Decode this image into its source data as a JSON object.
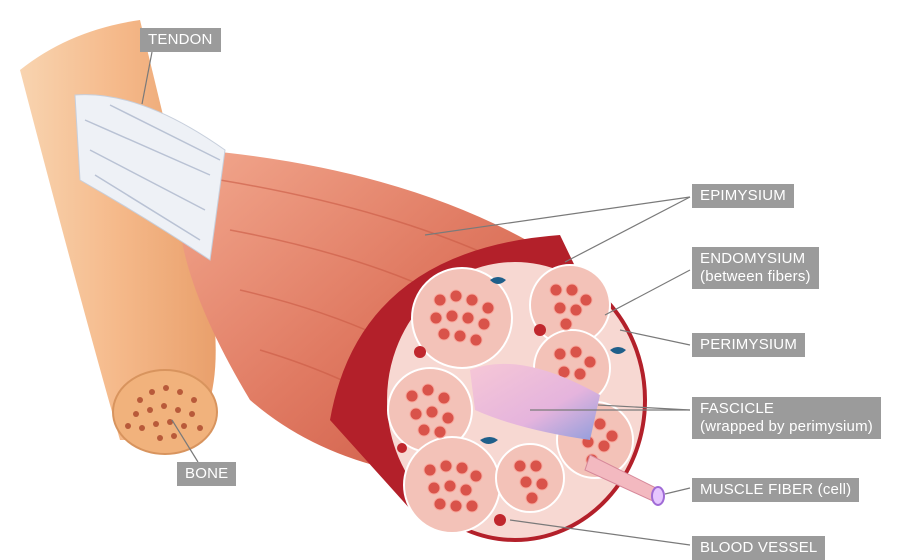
{
  "labels": {
    "tendon": "TENDON",
    "bone": "BONE",
    "epimysium": "EPIMYSIUM",
    "endomysium_line1": "ENDOMYSIUM",
    "endomysium_line2": "(between fibers)",
    "perimysium": "PERIMYSIUM",
    "fascicle_line1": "FASCICLE",
    "fascicle_line2": "(wrapped by perimysium)",
    "muscle_fiber": "MUSCLE FIBER (cell)",
    "blood_vessel": "BLOOD VESSEL"
  },
  "colors": {
    "label_bg": "#9b9b9b",
    "bone_fill": "#f6c79c",
    "muscle_fill": "#e8826a",
    "epimysium_red": "#b3202a",
    "fascicle_cell": "#d9534a",
    "perimysium_pink": "#f7d8d2",
    "blood_vessel_blue": "#1f5f8a",
    "tendon_white": "#eef1f6"
  }
}
